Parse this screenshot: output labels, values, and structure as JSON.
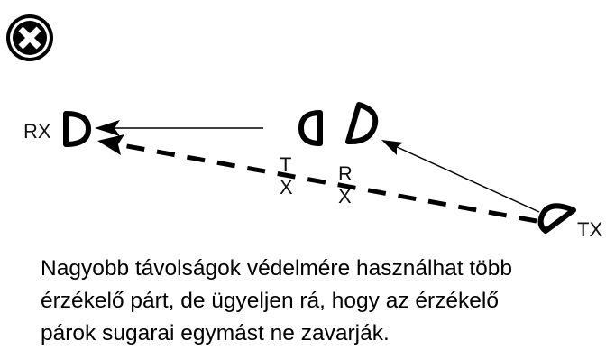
{
  "labels": {
    "rx_left": "RX",
    "tx_right": "TX",
    "tx_vertical_t": "T",
    "tx_vertical_x": "X",
    "rx_vertical_r": "R",
    "rx_vertical_x": "X"
  },
  "caption": {
    "lines": [
      "Nagyobb távolságok védelmére használhat több",
      "érzékelő párt, de ügyeljen rá, hogy az érzékelő",
      "párok sugarai egymást ne zavarják."
    ]
  },
  "icons": {
    "warning": "close-circle-icon"
  },
  "colors": {
    "ink": "#000000"
  }
}
